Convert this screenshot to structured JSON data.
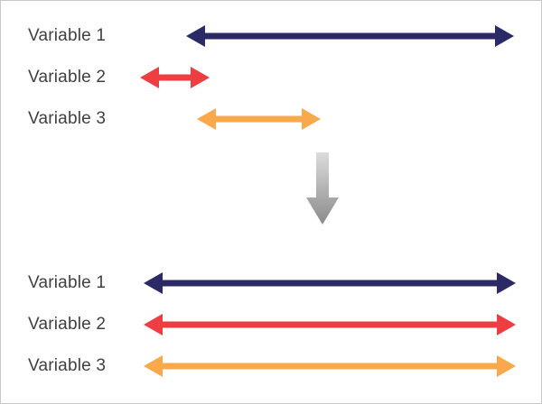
{
  "top": {
    "rows": [
      {
        "label": "Variable 1",
        "color": "#2b2a66",
        "start": 34.2,
        "end": 95.0
      },
      {
        "label": "Variable 2",
        "color": "#ee3e42",
        "start": 25.8,
        "end": 38.7
      },
      {
        "label": "Variable 3",
        "color": "#f9a94b",
        "start": 36.3,
        "end": 59.2
      }
    ]
  },
  "transform_arrow": {
    "color_start": "#dcdcdc",
    "color_end": "#8a8a8a"
  },
  "bottom": {
    "rows": [
      {
        "label": "Variable 1",
        "color": "#2b2a66",
        "start": 26.5,
        "end": 95.3
      },
      {
        "label": "Variable 2",
        "color": "#ee3e42",
        "start": 26.5,
        "end": 95.3
      },
      {
        "label": "Variable 3",
        "color": "#f9a94b",
        "start": 26.5,
        "end": 95.3
      }
    ]
  }
}
